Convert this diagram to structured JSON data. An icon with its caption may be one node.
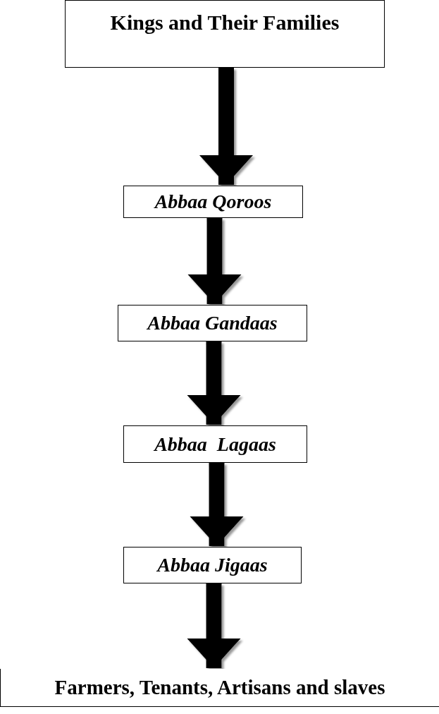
{
  "diagram": {
    "nodes": [
      {
        "text": [
          "Kings and Their Families"
        ]
      },
      {
        "text": [
          "Abbaa Qoroos"
        ]
      },
      {
        "text": [
          "Abbaa Gandaas"
        ]
      },
      {
        "text": [
          "Abbaa  Lagaas"
        ]
      },
      {
        "text": [
          "Abbaa Jigaas"
        ]
      },
      {
        "text": [
          "Farmers, Tenants, Artisans and slaves"
        ]
      }
    ],
    "edges": [
      {
        "from": 0,
        "to": 1,
        "arrow": "to"
      },
      {
        "from": 1,
        "to": 2,
        "arrow": "to"
      },
      {
        "from": 2,
        "to": 3,
        "arrow": "to"
      },
      {
        "from": 3,
        "to": 4,
        "arrow": "to"
      },
      {
        "from": 4,
        "to": 5,
        "arrow": "to"
      }
    ]
  }
}
